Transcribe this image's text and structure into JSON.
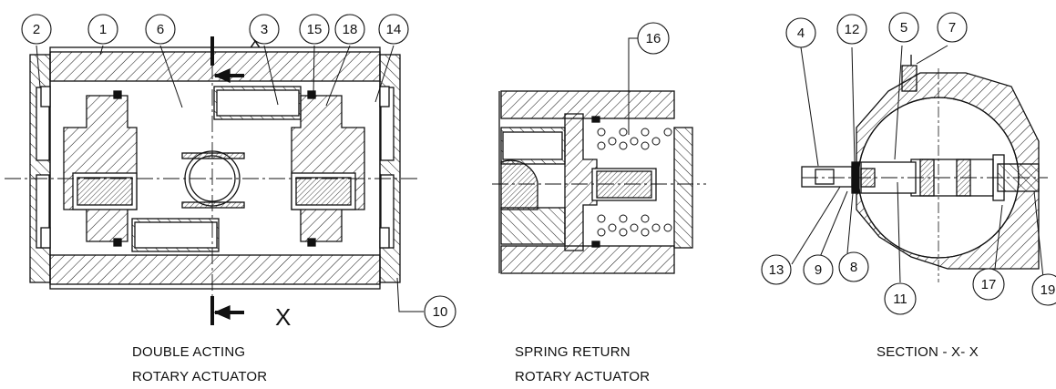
{
  "callouts": {
    "c1": "1",
    "c2": "2",
    "c3": "3",
    "c4": "4",
    "c5": "5",
    "c6": "6",
    "c7": "7",
    "c8": "8",
    "c9": "9",
    "c10": "10",
    "c11": "11",
    "c12": "12",
    "c13": "13",
    "c14": "14",
    "c15": "15",
    "c16": "16",
    "c17": "17",
    "c18": "18",
    "c19": "19"
  },
  "section_marks": {
    "top": "X",
    "bottom": "X"
  },
  "captions": {
    "double_acting": {
      "line1": "DOUBLE ACTING",
      "line2": "ROTARY ACTUATOR"
    },
    "spring_return": {
      "line1": "SPRING RETURN",
      "line2": "ROTARY ACTUATOR"
    },
    "section": {
      "line1": "SECTION - X- X"
    }
  }
}
